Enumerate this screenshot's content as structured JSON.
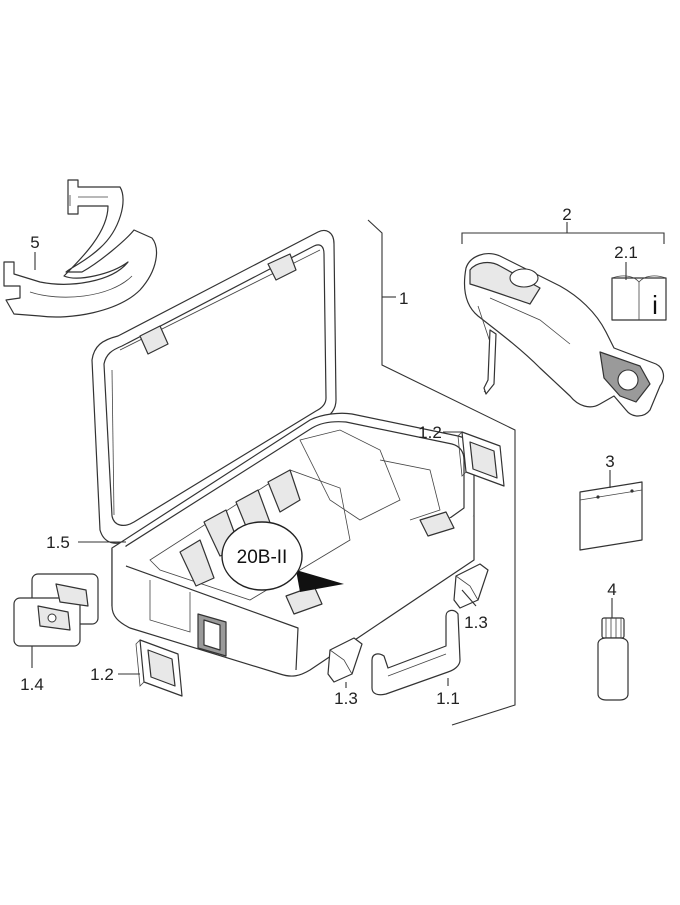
{
  "labels": {
    "case": "1",
    "handle": "1.1",
    "insert_left": "1.2",
    "insert_top": "1.2",
    "foot_left": "1.3",
    "foot_right": "1.3",
    "jaws": "1.4",
    "tray": "1.5",
    "tool": "2",
    "manual": "2.1",
    "card": "3",
    "bottle": "4",
    "strap": "5"
  },
  "callout": "20B-II",
  "icons": {
    "manual_glyph": "i"
  }
}
